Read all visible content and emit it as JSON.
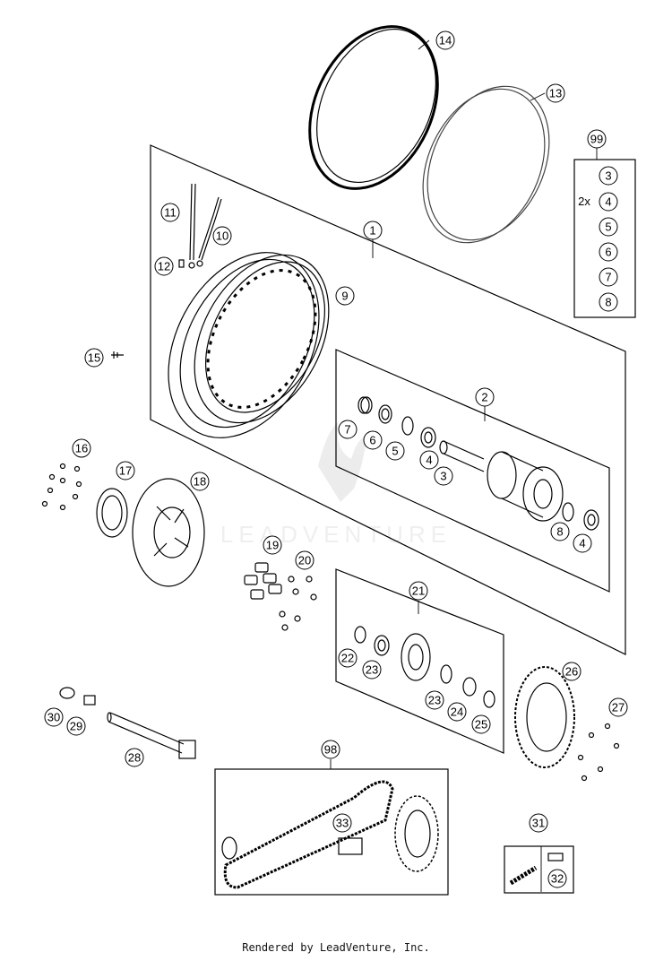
{
  "callouts": [
    {
      "label": "1"
    },
    {
      "label": "2"
    },
    {
      "label": "3"
    },
    {
      "label": "3"
    },
    {
      "label": "4"
    },
    {
      "label": "4"
    },
    {
      "label": "4"
    },
    {
      "label": "5"
    },
    {
      "label": "5"
    },
    {
      "label": "6"
    },
    {
      "label": "6"
    },
    {
      "label": "7"
    },
    {
      "label": "7"
    },
    {
      "label": "8"
    },
    {
      "label": "8"
    },
    {
      "label": "9"
    },
    {
      "label": "10"
    },
    {
      "label": "11"
    },
    {
      "label": "12"
    },
    {
      "label": "13"
    },
    {
      "label": "14"
    },
    {
      "label": "15"
    },
    {
      "label": "16"
    },
    {
      "label": "17"
    },
    {
      "label": "18"
    },
    {
      "label": "19"
    },
    {
      "label": "20"
    },
    {
      "label": "21"
    },
    {
      "label": "22"
    },
    {
      "label": "23"
    },
    {
      "label": "23"
    },
    {
      "label": "24"
    },
    {
      "label": "25"
    },
    {
      "label": "26"
    },
    {
      "label": "27"
    },
    {
      "label": "28"
    },
    {
      "label": "29"
    },
    {
      "label": "30"
    },
    {
      "label": "31"
    },
    {
      "label": "32"
    },
    {
      "label": "33"
    },
    {
      "label": "98"
    },
    {
      "label": "99"
    }
  ],
  "kit_quantity": "2x",
  "watermark": "LEADVENTURE",
  "footer": "Rendered by LeadVenture, Inc."
}
